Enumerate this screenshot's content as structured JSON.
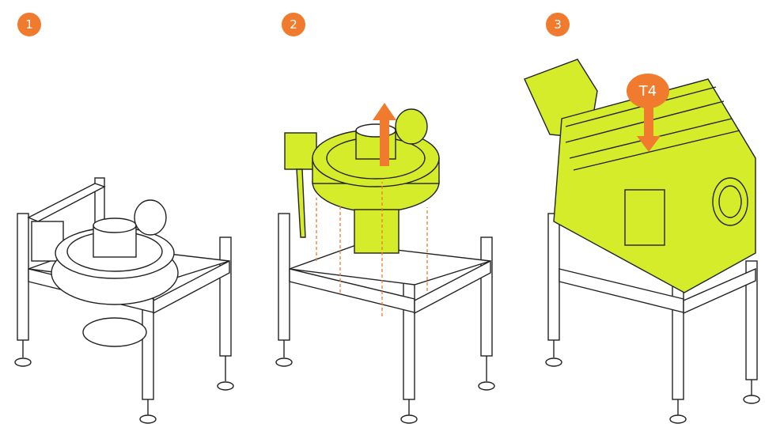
{
  "steps": [
    {
      "number": "1"
    },
    {
      "number": "2"
    },
    {
      "number": "3"
    }
  ],
  "callout": {
    "tool_label": "T4"
  },
  "colors": {
    "accent_orange": "#f07a2e",
    "part_green": "#d4ec2a",
    "line": "#222222"
  }
}
